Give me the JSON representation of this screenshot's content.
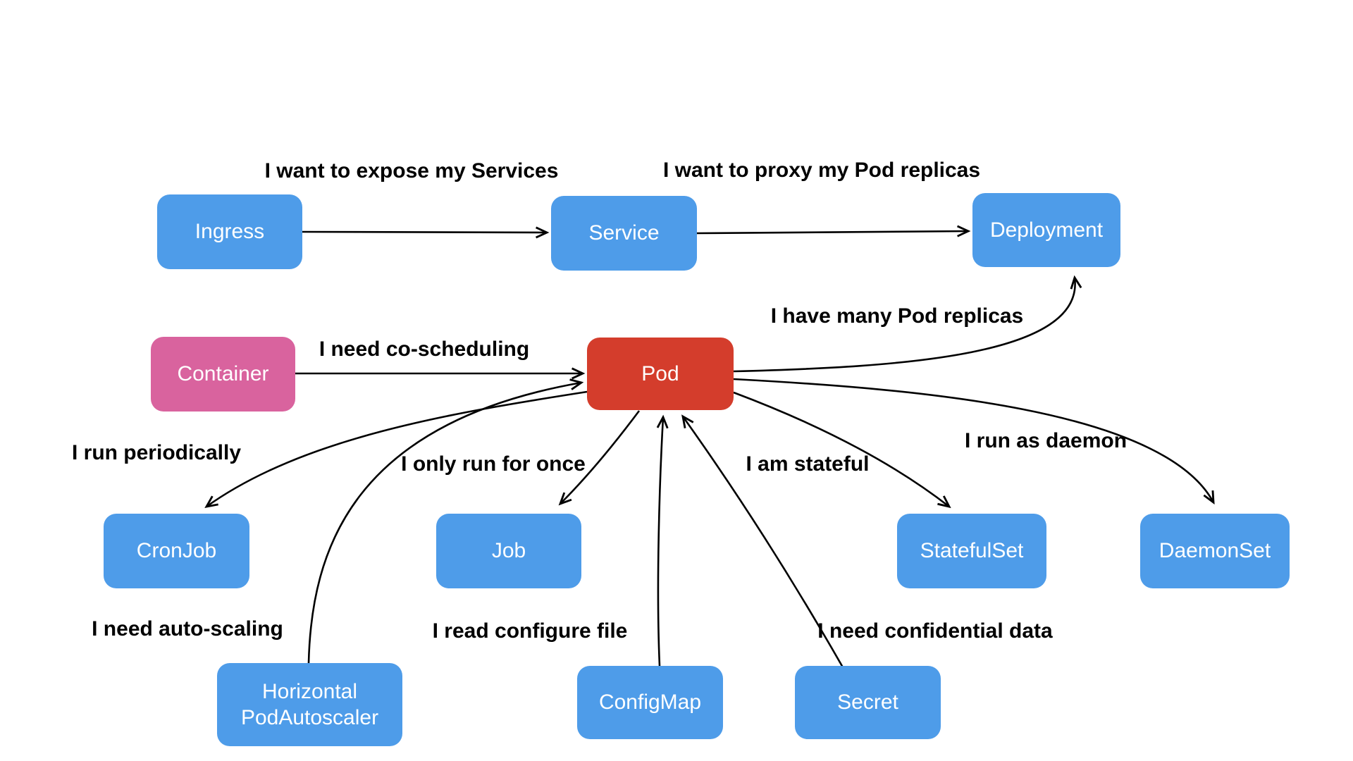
{
  "diagram": {
    "nodes": {
      "ingress": {
        "label": "Ingress"
      },
      "service": {
        "label": "Service"
      },
      "deployment": {
        "label": "Deployment"
      },
      "container": {
        "label": "Container"
      },
      "pod": {
        "label": "Pod"
      },
      "cronjob": {
        "label": "CronJob"
      },
      "job": {
        "label": "Job"
      },
      "statefulset": {
        "label": "StatefulSet"
      },
      "daemonset": {
        "label": "DaemonSet"
      },
      "hpa": {
        "label": "Horizontal PodAutoscaler",
        "line1": "Horizontal",
        "line2": "PodAutoscaler"
      },
      "configmap": {
        "label": "ConfigMap"
      },
      "secret": {
        "label": "Secret"
      }
    },
    "edge_labels": {
      "expose": "I want to expose my Services",
      "proxy": "I want to proxy my Pod replicas",
      "co_scheduling": "I need co-scheduling",
      "replicas": "I have many Pod replicas",
      "periodically": "I run periodically",
      "once": "I only run for once",
      "stateful": "I am stateful",
      "daemon": "I run as daemon",
      "autoscaling": "I need auto-scaling",
      "configure": "I read configure file",
      "confidential": "I need confidential data"
    },
    "colors": {
      "blue": "#4e9ce9",
      "pink": "#d9639e",
      "red": "#d43d2c",
      "arrow": "#000000",
      "label_text": "#000000",
      "node_text": "#ffffff",
      "background": "#ffffff"
    }
  }
}
